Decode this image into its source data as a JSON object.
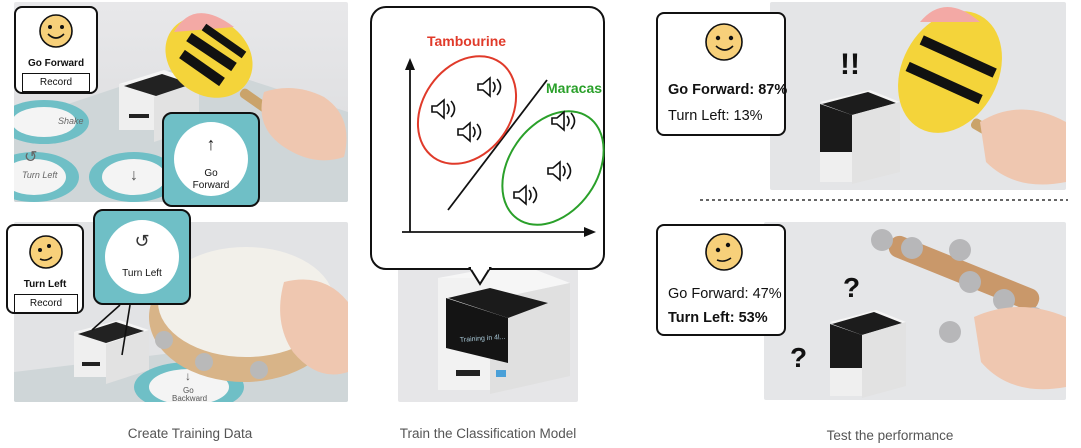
{
  "panel1": {
    "top": {
      "command": "Go Forward",
      "button": "Record",
      "tile_label_line1": "Go",
      "tile_label_line2": "Forward",
      "mat_labels": [
        "Shake",
        "Turn Left"
      ]
    },
    "bottom": {
      "command": "Turn Left",
      "button": "Record",
      "tile_label": "Turn Left",
      "mat_labels": [
        "Go",
        "Backward"
      ]
    },
    "caption": "Create Training Data"
  },
  "panel2": {
    "class_a": "Tambourine",
    "class_b": "Maracas",
    "class_a_color": "#e03a2a",
    "class_b_color": "#2aa02a",
    "device_screen_text": "Training in 4l...",
    "caption": "Train the Classification Model"
  },
  "panel3": {
    "top": {
      "line1": "Go Forward: 87%",
      "line2": "Turn Left: 13%",
      "mark": "!!"
    },
    "bottom": {
      "line1": "Go Forward: 47%",
      "line2": "Turn Left: 53%",
      "mark": "?"
    },
    "caption": "Test the performance"
  },
  "colors": {
    "tile": "#6fbfc6",
    "face": "#f7d07a"
  }
}
